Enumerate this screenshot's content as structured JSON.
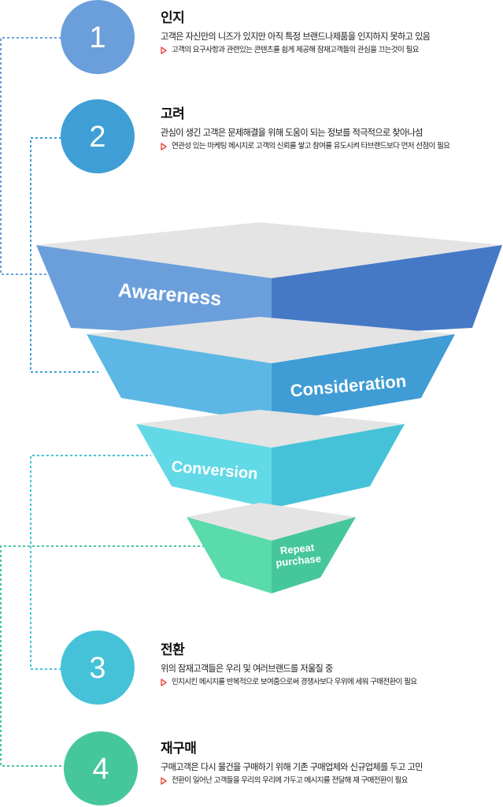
{
  "colors": {
    "step1": "#6b9fdb",
    "step2": "#3f9ed6",
    "step3": "#45c2d8",
    "step4": "#45c79b",
    "accent_triangle": "#e8463c",
    "top_face": "#e4e4e4"
  },
  "steps": [
    {
      "number": "1",
      "title": "인지",
      "description": "고객은 자신만의 니즈가 있지만 아직 특정 브랜드나제품을 인지하지 못하고 있음",
      "note": "고객의 요구사항과 관련있는 콘텐츠를 쉽게 제공해 잠재고객들의 관심을 끄는것이 필요",
      "note_icon": "triangle-right-outline-icon"
    },
    {
      "number": "2",
      "title": "고려",
      "description": "관심이 생긴 고객은 문제해결을 위해 도움이 되는 정보를 적극적으로 찾아나섬",
      "note": "연관성 있는 마케팅 메시지로 고객의 신뢰를 쌓고 참여를 유도시켜 타브랜드보다 먼저 선점이 필요",
      "note_icon": "triangle-right-outline-icon"
    },
    {
      "number": "3",
      "title": "전환",
      "description": "위의 잠재고객들은 우리 및 여러브랜드를 저울질 중",
      "note": "인지시킨 메시지를 반복적으로 보여줌으로써 경쟁사보다 우위에 세워 구매전환이 필요",
      "note_icon": "triangle-right-outline-icon"
    },
    {
      "number": "4",
      "title": "재구매",
      "description": "구매고객은 다시 물건을 구매하기 위해 기존 구매업체와 신규업체를 두고 고민",
      "note": "전환이 일어난 고객들을 우리의 우리에 가두고 메시지를 전달해 재 구매전환이 필요",
      "note_icon": "triangle-right-outline-icon"
    }
  ],
  "funnel": {
    "layers": [
      {
        "label_lines": [
          "Awareness"
        ],
        "left_color": "#6b9fdb",
        "right_color": "#4579c6"
      },
      {
        "label_lines": [
          "Consideration"
        ],
        "left_color": "#5db7e4",
        "right_color": "#3f9cd5"
      },
      {
        "label_lines": [
          "Conversion"
        ],
        "left_color": "#62d9e6",
        "right_color": "#45c2d8"
      },
      {
        "label_lines": [
          "Repeat",
          "purchase"
        ],
        "left_color": "#5adbab",
        "right_color": "#45c79b"
      }
    ]
  }
}
